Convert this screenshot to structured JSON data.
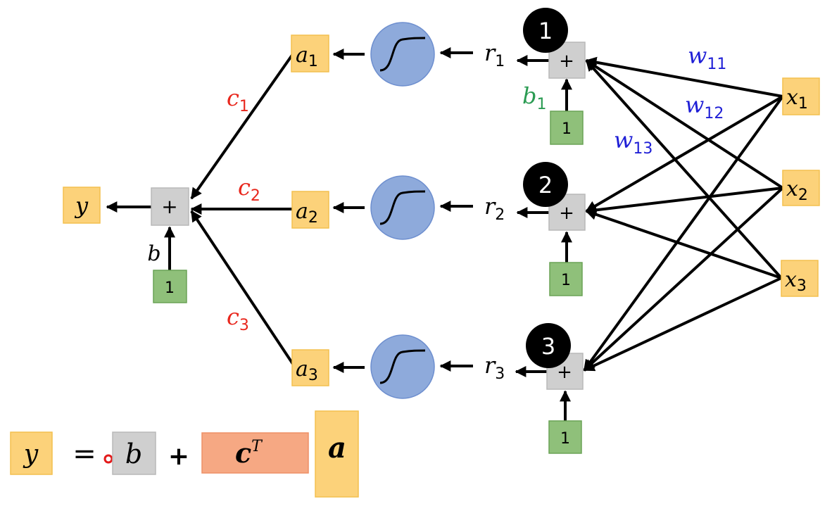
{
  "colors": {
    "input_box": "#fcd27a",
    "sum_box": "#cfcfcf",
    "bias_box": "#8fc07a",
    "sigmoid": "#8eaadb",
    "weight_label": "#1f1fd6",
    "c_label": "#e8261c",
    "b1_label": "#2a9b52",
    "cT_box": "#f6a883"
  },
  "output": {
    "y": "y"
  },
  "output_sum": {
    "symbol": "+",
    "bias_label": "b",
    "bias_input": "1"
  },
  "hidden": [
    {
      "id": "1",
      "a": "a",
      "a_sub": "1",
      "c": "c",
      "c_sub": "1",
      "r": "r",
      "r_sub": "1",
      "plus": "+",
      "bias_input": "1",
      "badge": "1"
    },
    {
      "id": "2",
      "a": "a",
      "a_sub": "2",
      "c": "c",
      "c_sub": "2",
      "r": "r",
      "r_sub": "2",
      "plus": "+",
      "bias_input": "1",
      "badge": "2"
    },
    {
      "id": "3",
      "a": "a",
      "a_sub": "3",
      "c": "c",
      "c_sub": "3",
      "r": "r",
      "r_sub": "3",
      "plus": "+",
      "bias_input": "1",
      "badge": "3"
    }
  ],
  "b1_label": {
    "base": "b",
    "sub": "1"
  },
  "inputs": [
    {
      "base": "x",
      "sub": "1"
    },
    {
      "base": "x",
      "sub": "2"
    },
    {
      "base": "x",
      "sub": "3"
    }
  ],
  "weights": [
    {
      "base": "w",
      "sub": "11"
    },
    {
      "base": "w",
      "sub": "12"
    },
    {
      "base": "w",
      "sub": "13"
    }
  ],
  "equation": {
    "lhs": "y",
    "equals": "=",
    "b": "b",
    "plus": "+",
    "c": "c",
    "c_sup": "T",
    "a": "a"
  }
}
